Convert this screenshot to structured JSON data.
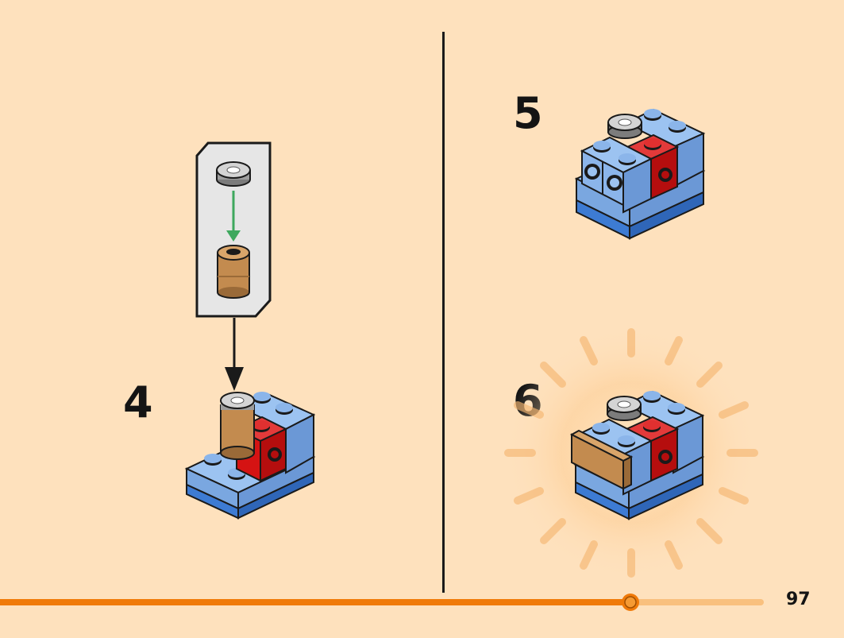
{
  "steps": [
    {
      "number": "4"
    },
    {
      "number": "5"
    },
    {
      "number": "6"
    }
  ],
  "page": {
    "number": "97"
  },
  "progress": {
    "fraction": 0.825
  },
  "colors": {
    "background": "#fee1bd",
    "brick_blue": "#9cc3f1",
    "brick_dark_blue": "#3d7bd3",
    "brick_red": "#d51313",
    "tile_tan": "#c38b4f",
    "stud_grey": "#9d9d9d",
    "progress_orange": "#f07a09",
    "progress_light": "#f9c07e",
    "arrow_green": "#3ea85e"
  }
}
